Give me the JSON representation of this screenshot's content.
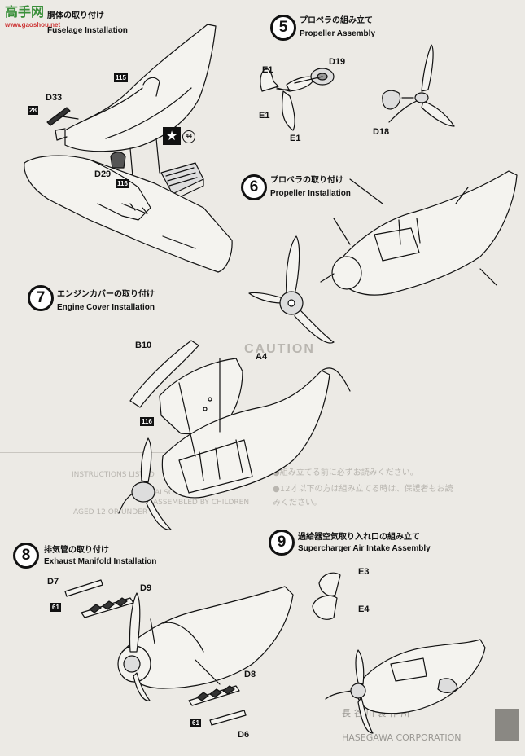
{
  "watermark": {
    "name": "高手网",
    "url": "www.gaoshou.net"
  },
  "steps": {
    "s4": {
      "jp": "胴体の取り付け",
      "en": "Fuselage Installation"
    },
    "s5": {
      "num": "5",
      "jp": "プロペラの組み立て",
      "en": "Propeller Assembly"
    },
    "s6": {
      "num": "6",
      "jp": "プロペラの取り付け",
      "en": "Propeller Installation"
    },
    "s7": {
      "num": "7",
      "jp": "エンジンカバーの取り付け",
      "en": "Engine Cover Installation"
    },
    "s8": {
      "num": "8",
      "jp": "排気管の取り付け",
      "en": "Exhaust Manifold Installation"
    },
    "s9": {
      "num": "9",
      "jp": "過給器空気取り入れ口の組み立て",
      "en": "Supercharger Air Intake Assembly"
    }
  },
  "parts": {
    "d33": "D33",
    "d29": "D29",
    "e1a": "E1",
    "e1b": "E1",
    "e1c": "E1",
    "d19": "D19",
    "d18": "D18",
    "b10": "B10",
    "a4": "A4",
    "d7": "D7",
    "d9": "D9",
    "d8": "D8",
    "d6": "D6",
    "e3": "E3",
    "e4": "E4"
  },
  "badges": {
    "b115": "115",
    "b28": "28",
    "b116a": "116",
    "b116b": "116",
    "b61a": "61",
    "b61b": "61"
  },
  "decal": "44",
  "bleed": {
    "caution": "CAUTION",
    "caution_l1": "INSTRUCTIONS LISTED",
    "caution_l2": "ALSO READ",
    "caution_l3": "ASSEMBLED BY CHILDREN",
    "caution_l4": "AGED 12 OR UNDER",
    "c1": "●組み立てる前に必ずお読みください。",
    "c2": "●12才以下の方は組み立てる時は、保護者もお読",
    "c3": "みください。",
    "h1": "HASEGAWA CORPORATION",
    "h2": "長 谷 川 製 作 所"
  }
}
